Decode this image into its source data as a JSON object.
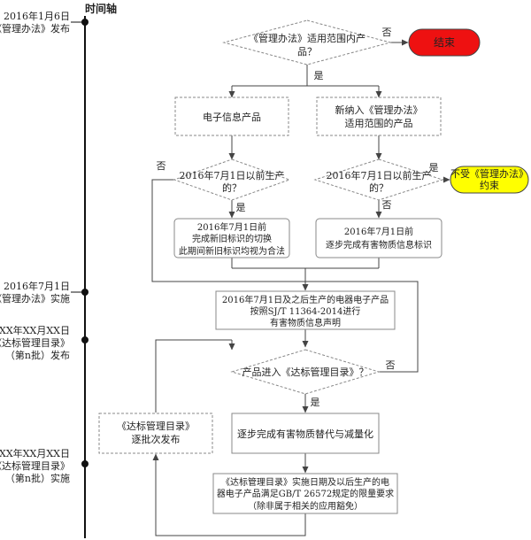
{
  "timeline": {
    "title": "时间轴",
    "events": [
      {
        "lines": [
          "2016年1月6日",
          "《管理办法》发布"
        ]
      },
      {
        "lines": [
          "2016年7月1日",
          "《管理办法》实施"
        ]
      },
      {
        "lines": [
          "XXXX年XX月XX日",
          "《达标管理目录》",
          "（第n批）发布"
        ]
      },
      {
        "lines": [
          "XXXX年XX月XX日",
          "《达标管理目录》",
          "（第n批）实施"
        ]
      }
    ]
  },
  "flow": {
    "decision_scope": [
      "《管理办法》适用范围内产",
      "品？"
    ],
    "end": "结束",
    "electronic_info": "电子信息产品",
    "new_scope": [
      "新纳入《管理办法》",
      "适用范围的产品"
    ],
    "decision_before_left": [
      "2016年7月1日以前生产",
      "的？"
    ],
    "decision_before_right": [
      "2016年7月1日以前生产",
      "的？"
    ],
    "not_bound": [
      "不受《管理办法》",
      "约束"
    ],
    "switch_marks": [
      "2016年7月1日前",
      "完成新旧标识的切换",
      "此期间新旧标识均视为合法"
    ],
    "hazard_marks": [
      "2016年7月1日前",
      "逐步完成有害物质信息标识"
    ],
    "declaration": [
      "2016年7月1日及之后生产的电器电子产品",
      "按照SJ/T 11364-2014进行",
      "有害物质信息声明"
    ],
    "decision_catalog": "产品进入《达标管理目录》？",
    "substitution": "逐步完成有害物质替代与减量化",
    "batch_publish": [
      "《达标管理目录》",
      "逐批次发布"
    ],
    "final": [
      "《达标管理目录》实施日期及以后生产的电",
      "器电子产品满足GB/T 26572规定的限量要求",
      "（除非属于相关的应用豁免）"
    ]
  },
  "labels": {
    "no": "否",
    "yes": "是"
  },
  "colors": {
    "end_fill": "#ee1111",
    "not_bound_fill": "#ffff00",
    "line": "#444444",
    "box_border": "#888888"
  }
}
